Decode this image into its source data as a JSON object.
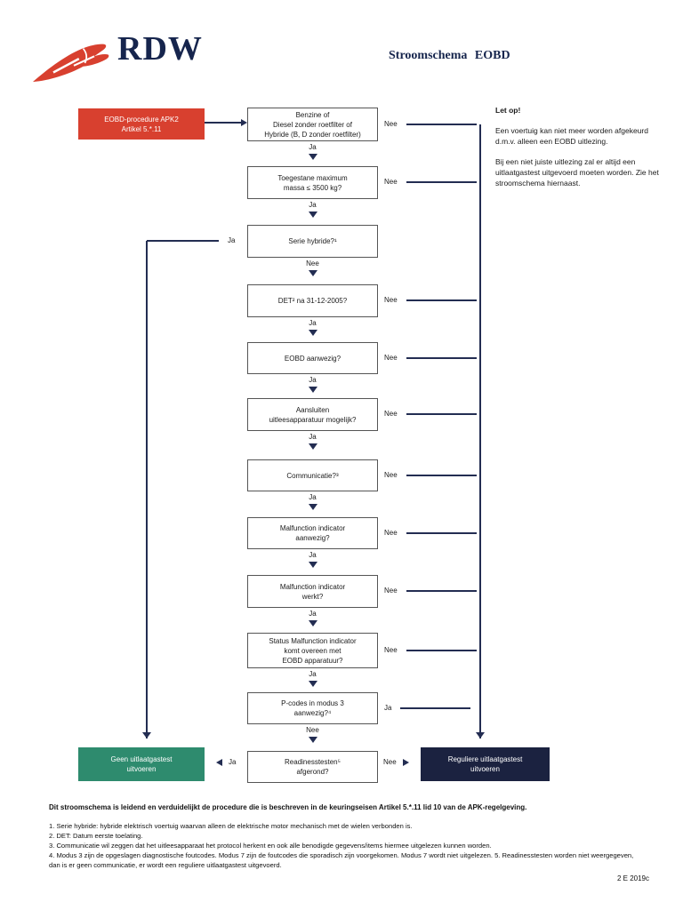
{
  "header": {
    "logo_text": "RDW",
    "title": "Stroomschema EOBD"
  },
  "colors": {
    "red": "#d8402f",
    "green": "#2e8b6e",
    "navy": "#1b2240",
    "line_navy": "#232d52"
  },
  "start": {
    "label": "EOBD-procedure APK2\nArtikel 5.*.11"
  },
  "labels": {
    "ja": "Ja",
    "nee": "Nee"
  },
  "steps": [
    {
      "label": "Benzine of\nDiesel zonder roetfilter of\nHybride (B, D zonder roetfilter)",
      "down": "Ja",
      "side": "Nee"
    },
    {
      "label": "Toegestane maximum\nmassa ≤ 3500 kg?",
      "down": "Ja",
      "side": "Nee"
    },
    {
      "label": "Serie hybride?¹",
      "down": "Nee",
      "side": "Ja"
    },
    {
      "label": "DET² na 31-12-2005?",
      "down": "Ja",
      "side": "Nee"
    },
    {
      "label": "EOBD aanwezig?",
      "down": "Ja",
      "side": "Nee"
    },
    {
      "label": "Aansluiten\nuitleesapparatuur mogelijk?",
      "down": "Ja",
      "side": "Nee"
    },
    {
      "label": "Communicatie?³",
      "down": "Ja",
      "side": "Nee"
    },
    {
      "label": "Malfunction indicator\naanwezig?",
      "down": "Ja",
      "side": "Nee"
    },
    {
      "label": "Malfunction indicator\nwerkt?",
      "down": "Ja",
      "side": "Nee"
    },
    {
      "label": "Status Malfunction indicator\nkomt overeen met\nEOBD apparatuur?",
      "down": "Ja",
      "side": "Nee"
    },
    {
      "label": "P-codes in modus 3\naanwezig?⁴",
      "down": "Nee",
      "side": "Ja"
    },
    {
      "label": "Readinesstesten⁵\nafgerond?",
      "left": "Ja",
      "right": "Nee"
    }
  ],
  "outcomes": {
    "green": "Geen uitlaatgastest\nuitvoeren",
    "navy": "Reguliere uitlaatgastest\nuitvoeren"
  },
  "note": {
    "title": "Let op!",
    "p1": "Een voertuig kan niet meer worden afgekeurd d.m.v. alleen een EOBD uitlezing.",
    "p2": "Bij een niet juiste uitlezing zal er altijd een uitlaatgastest uitgevoerd moeten worden. Zie het stroomschema hiernaast."
  },
  "footer": {
    "bold": "Dit stroomschema is leidend en verduidelijkt de procedure die is beschreven in de keuringseisen Artikel 5.*.11 lid 10 van de APK-regelgeving.",
    "notes": [
      "1. Serie hybride: hybride elektrisch voertuig waarvan alleen de elektrische motor mechanisch met de wielen verbonden is.",
      "2. DET: Datum eerste toelating.",
      "3. Communicatie wil zeggen dat het uitleesapparaat het protocol herkent en ook alle benodigde gegevens/items hiermee uitgelezen kunnen worden.",
      "4. Modus 3 zijn de opgeslagen diagnostische foutcodes. Modus 7 zijn de foutcodes die sporadisch zijn voorgekomen. Modus 7 wordt niet uitgelezen. 5. Readinesstesten worden niet weergegeven, dan is er geen communicatie, er wordt een reguliere uitlaatgastest uitgevoerd."
    ],
    "code": "2 E 2019c"
  }
}
